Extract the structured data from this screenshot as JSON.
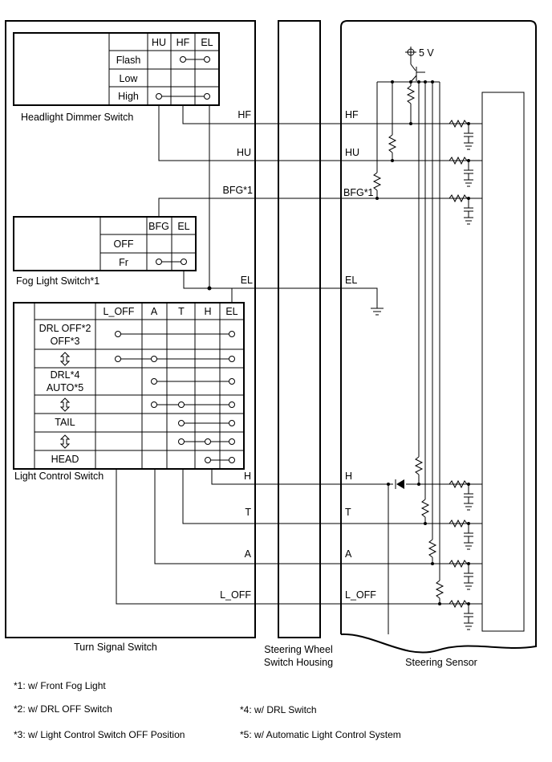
{
  "components": {
    "turn_signal_switch": "Turn Signal Switch",
    "steering_wheel_switch_housing_line1": "Steering Wheel",
    "steering_wheel_switch_housing_line2": "Switch Housing",
    "steering_sensor": "Steering Sensor",
    "voltage": "5 V"
  },
  "headlight_dimmer_switch": {
    "title": "Headlight Dimmer Switch",
    "columns": [
      "HU",
      "HF",
      "EL"
    ],
    "rows": [
      "Flash",
      "Low",
      "High"
    ]
  },
  "fog_light_switch": {
    "title": "Fog Light Switch*1",
    "columns": [
      "BFG",
      "EL"
    ],
    "rows": [
      "OFF",
      "Fr"
    ]
  },
  "light_control_switch": {
    "title": "Light Control Switch",
    "columns": [
      "L_OFF",
      "A",
      "T",
      "H",
      "EL"
    ],
    "rows": {
      "r1_line1": "DRL OFF*2",
      "r1_line2": "OFF*3",
      "r3_line1": "DRL*4",
      "r3_line2": "AUTO*5",
      "r5": "TAIL",
      "r7": "HEAD"
    }
  },
  "wires": {
    "left": [
      "HF",
      "HU",
      "BFG*1",
      "EL",
      "H",
      "T",
      "A",
      "L_OFF"
    ],
    "right": [
      "HF",
      "HU",
      "BFG*1",
      "EL",
      "H",
      "T",
      "A",
      "L_OFF"
    ]
  },
  "notes": [
    "*1: w/ Front Fog Light",
    "*2: w/ DRL OFF Switch",
    "*3: w/ Light Control Switch OFF Position",
    "*4: w/ DRL Switch",
    "*5: w/ Automatic Light Control System"
  ]
}
